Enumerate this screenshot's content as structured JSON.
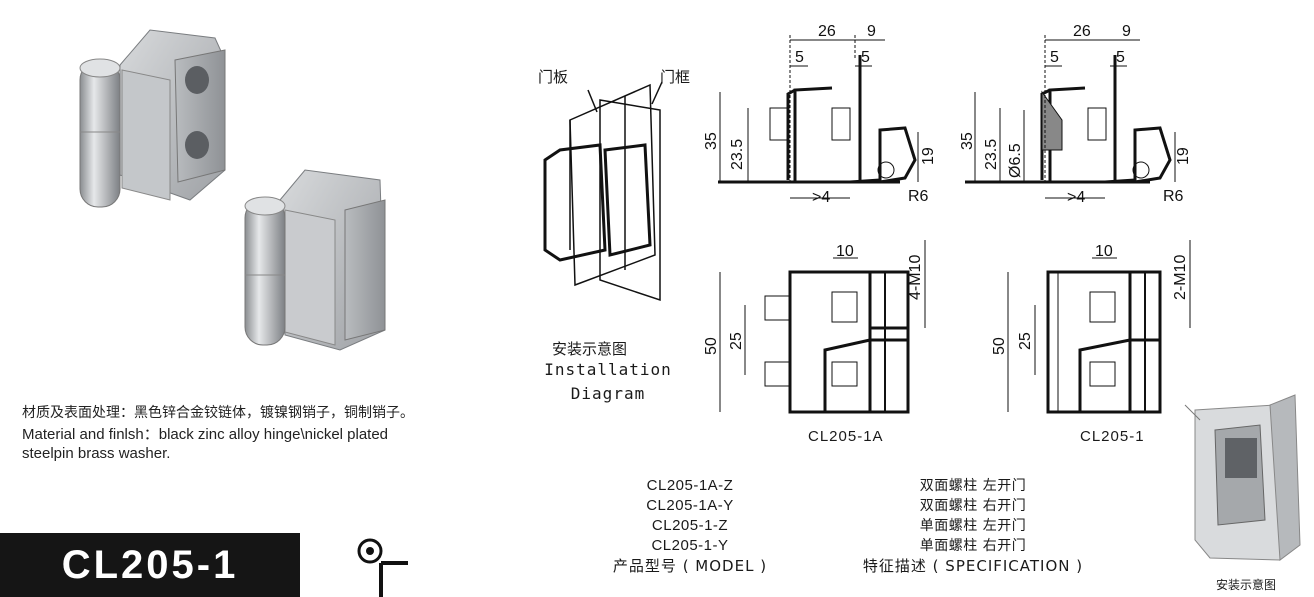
{
  "material": {
    "zh": "材质及表面处理：黑色锌合金铰链体，镀镍钢销子，铜制销子。",
    "en": "Material and finlsh：black zinc alloy hinge\\nickel plated steelpin brass washer."
  },
  "product_code": "CL205-1",
  "installation": {
    "label_zh": "安装示意图",
    "label_en_1": "Installation",
    "label_en_2": "Diagram",
    "door_panel": "门板",
    "door_frame": "门框",
    "photo_caption": "安装示意图"
  },
  "drawings": {
    "left_model": "CL205-1A",
    "right_model": "CL205-1",
    "dims": {
      "w26": "26",
      "w9": "9",
      "w5a": "5",
      "w5b": "5",
      "h35": "35",
      "h23_5": "23.5",
      "h19": "19",
      "r6": "R6",
      "gt4": ">4",
      "dia": "Ø6.5",
      "h50": "50",
      "h25": "25",
      "w10": "10",
      "thread_left": "4-M10",
      "thread_right": "2-M10"
    }
  },
  "table": {
    "model_header": "产品型号 ( MODEL )",
    "spec_header": "特征描述 ( SPECIFICATION )",
    "rows": [
      {
        "model": "CL205-1A-Z",
        "spec": "双面螺柱 左开门"
      },
      {
        "model": "CL205-1A-Y",
        "spec": "双面螺柱 右开门"
      },
      {
        "model": "CL205-1-Z",
        "spec": "单面螺柱 左开门"
      },
      {
        "model": "CL205-1-Y",
        "spec": "单面螺柱 右开门"
      }
    ]
  }
}
